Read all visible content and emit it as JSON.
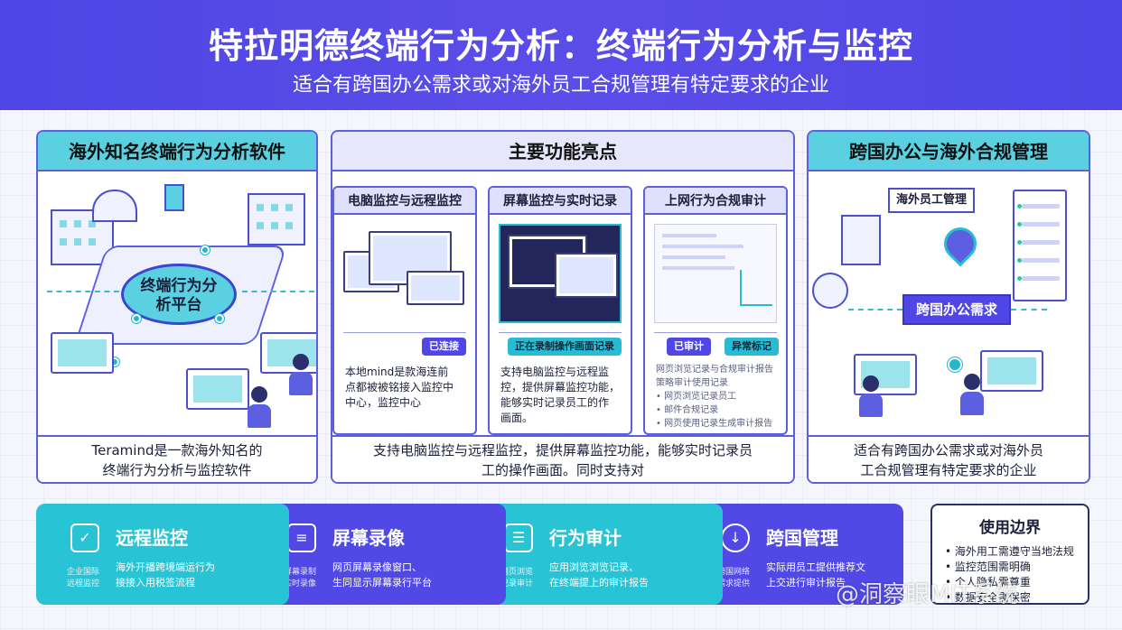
{
  "header": {
    "title": "特拉明德终端行为分析：终端行为分析与监控",
    "subtitle": "适合有跨国办公需求或对海外员工合规管理有特定要求的企业"
  },
  "panel_left": {
    "title": "海外知名终端行为分析软件",
    "platform_label": "终端行为分\n析平台",
    "footer": "Teramind是一款海外知名的\n终端行为分析与监控软件"
  },
  "panel_mid": {
    "title": "主要功能亮点",
    "cards": [
      {
        "title": "电脑监控与远程监控",
        "tag": "已连接",
        "text": "本地mind是款海连前\n点都被被铭接入监控中\n中心，监控中心"
      },
      {
        "title": "屏幕监控与实时记录",
        "tag": "正在录制操作画面记录",
        "text": "支持电脑监控与远程监\n控，提供屏幕监控功能，\n能够实时记录员工的作\n画面。"
      },
      {
        "title": "上网行为合规审计",
        "tag1": "已审计",
        "tag2": "异常标记",
        "text": "网页浏览记录与合规审计报告\n策略审计使用记录\n• 网页浏览记录员工\n• 邮件合规记录\n• 网页使用记录生成审计报告"
      }
    ],
    "footer": "支持电脑监控与远程监控，提供屏幕监控功能，能够实时记录员\n工的操作画面。同时支持对"
  },
  "panel_right": {
    "title": "跨国办公与海外合规管理",
    "box_staff": "海外员工管理",
    "box_need": "跨国办公需求",
    "footer": "适合有跨国办公需求或对海外员\n工合规管理有特定要求的企业"
  },
  "features": [
    {
      "title": "远程监控",
      "small": "企业国际\n远程监控",
      "desc": "海外开播跨境端运行为\n接接入用税签流程",
      "icon": "remote-monitor-icon",
      "glyph": "✓"
    },
    {
      "title": "屏幕录像",
      "small": "屏幕录制\n实时录像",
      "desc": "网页屏幕录像窗口、\n生同显示屏幕录行平台",
      "icon": "screen-record-icon",
      "glyph": "≡"
    },
    {
      "title": "行为审计",
      "small": "网页浏览\n记录审计",
      "desc": "应用浏览浏览记录、\n在终端提上的审计报告",
      "icon": "audit-icon",
      "glyph": "☰"
    },
    {
      "title": "跨国管理",
      "small": "跨国网络\n需求提供",
      "desc": "实际用员工提供推荐文\n上交进行审计报告",
      "icon": "global-manage-icon",
      "glyph": "↓"
    }
  ],
  "boundary": {
    "title": "使用边界",
    "items": [
      "海外用工需遵守当地法规",
      "监控范围需明确",
      "个人隐私需尊重",
      "数据安全需保密"
    ]
  },
  "watermark": "@洞察眼MIT系统"
}
